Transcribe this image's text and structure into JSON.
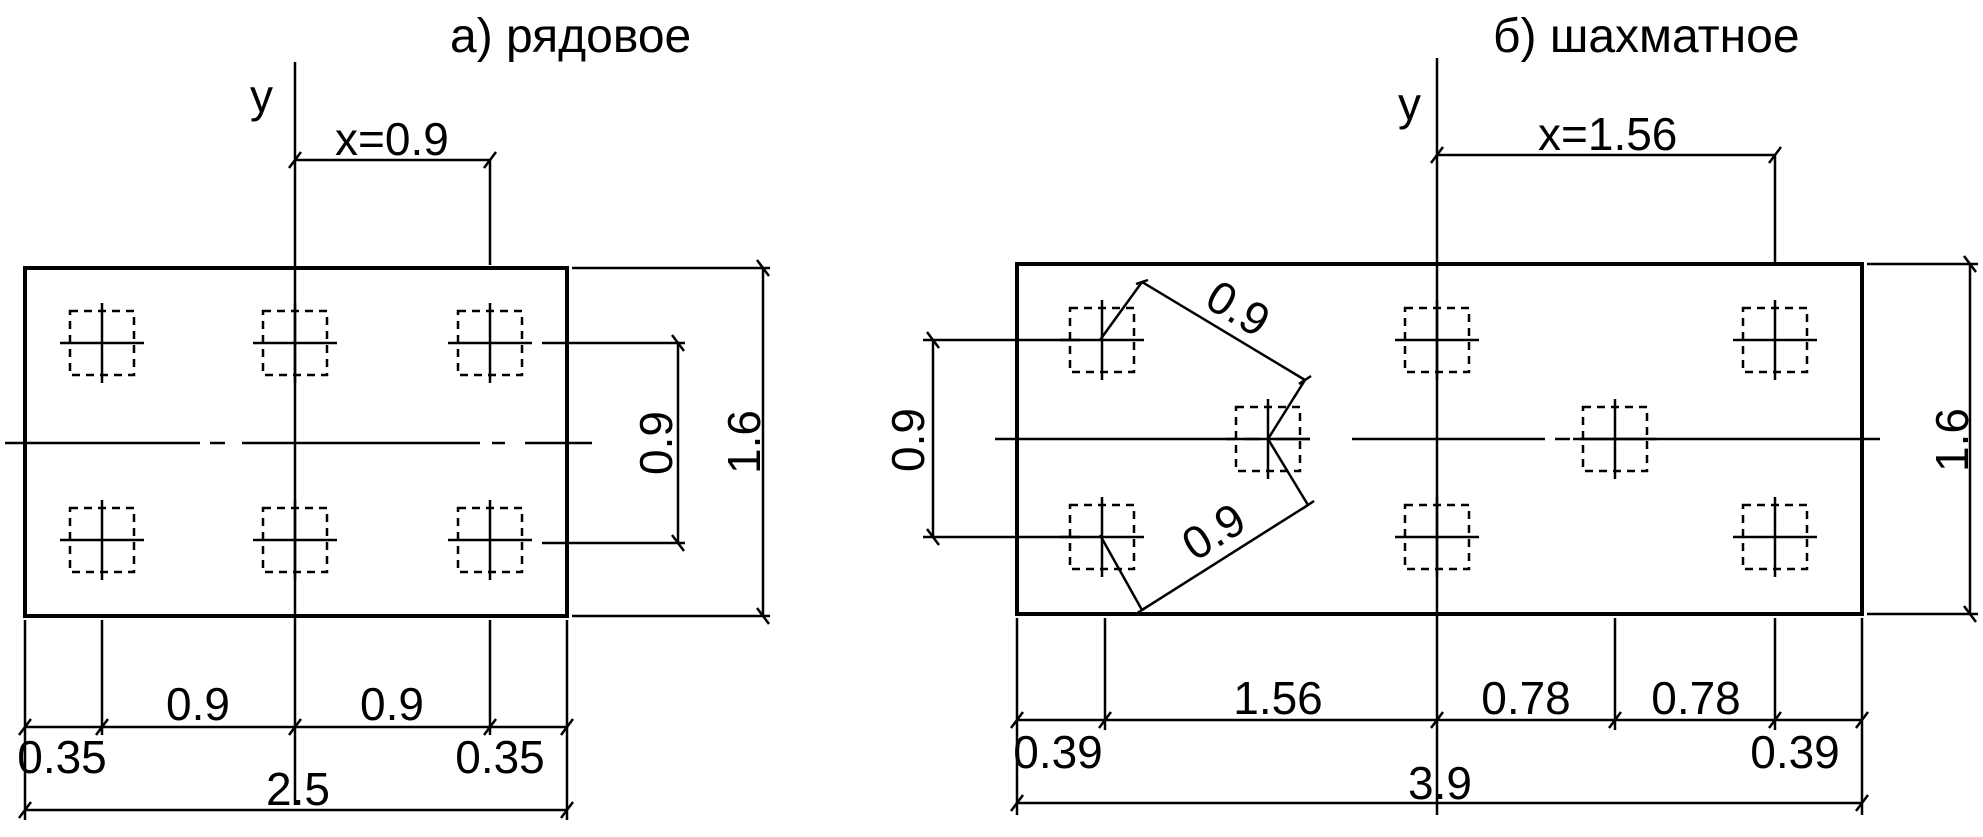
{
  "panel_a": {
    "title": "а) рядовое",
    "axis_y": "y",
    "x_dim": "x=0.9",
    "dim_pitch_v": "0.9",
    "dim_width": "1.6",
    "dim_bottom_1": "0.9",
    "dim_bottom_2": "0.9",
    "dim_edge_left": "0.35",
    "dim_edge_right": "0.35",
    "dim_total": "2.5"
  },
  "panel_b": {
    "title": "б) шахматное",
    "axis_y": "y",
    "x_dim": "x=1.56",
    "dim_diag_top": "0.9",
    "dim_diag_bottom": "0.9",
    "dim_left_v": "0.9",
    "dim_width": "1.6",
    "dim_bottom_1": "1.56",
    "dim_bottom_2": "0.78",
    "dim_bottom_3": "0.78",
    "dim_edge_left": "0.39",
    "dim_edge_right": "0.39",
    "dim_total": "3.9"
  }
}
